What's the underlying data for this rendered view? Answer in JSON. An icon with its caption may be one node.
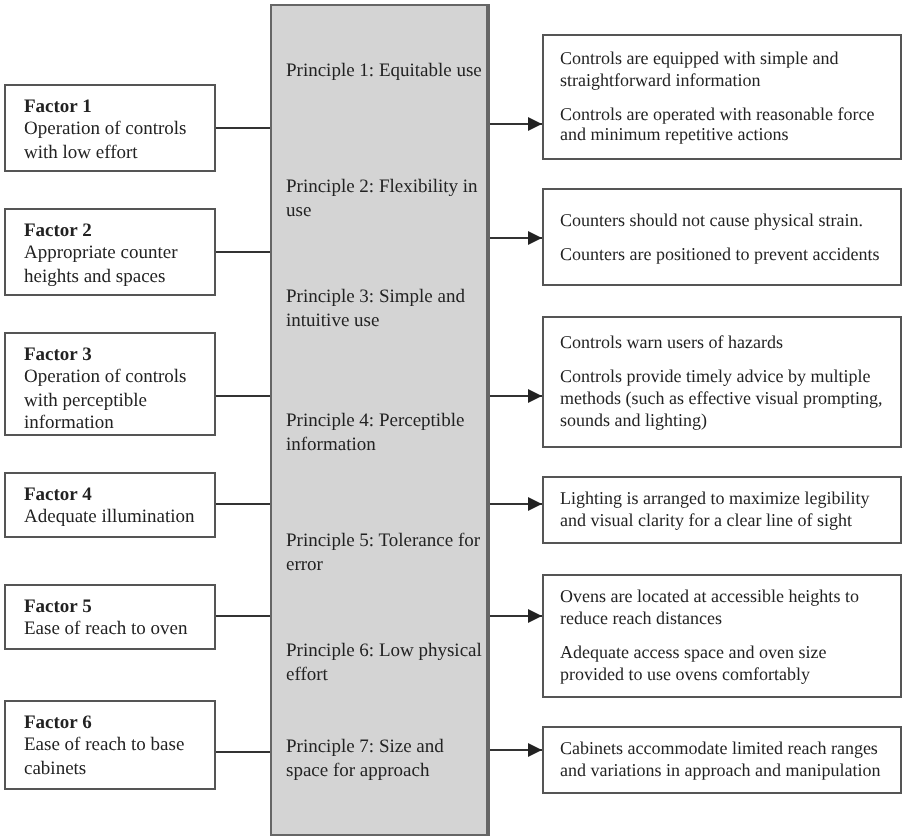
{
  "diagram": {
    "nodes": [
      {
        "text": [
          "Principle 1: Equitable use",
          "Principle 2: Flexibility in use",
          "Principle 3: Simple and intuitive use",
          "Principle 4: Perceptible information",
          "Principle 5: Tolerance for error",
          "Principle 6: Low physical effort",
          "Principle 7: Size and space for approach"
        ]
      },
      {
        "text": [
          "Factor 1",
          "Operation of controls with low effort"
        ]
      },
      {
        "text": [
          "Factor 2",
          "Appropriate counter heights and spaces"
        ]
      },
      {
        "text": [
          "Factor 3",
          "Operation of controls with perceptible information"
        ]
      },
      {
        "text": [
          "Factor 4",
          "Adequate illumination"
        ]
      },
      {
        "text": [
          "Factor 5",
          "Ease of reach to oven"
        ]
      },
      {
        "text": [
          "Factor 6",
          "Ease of reach to base cabinets"
        ]
      },
      {
        "text": [
          "Controls are equipped with simple and straightforward information",
          "Controls are operated with reasonable force and minimum repetitive actions"
        ]
      },
      {
        "text": [
          "Counters should not cause physical strain.",
          "Counters are positioned to prevent accidents"
        ]
      },
      {
        "text": [
          "Controls warn users of hazards",
          "Controls provide timely advice by multiple methods (such as effective visual prompting, sounds and lighting)"
        ]
      },
      {
        "text": [
          "Lighting is arranged to maximize legibility and visual clarity for a clear line of  sight"
        ]
      },
      {
        "text": [
          "Ovens are located at accessible heights to reduce reach distances",
          "Adequate access space and oven size provided to use ovens comfortably"
        ]
      },
      {
        "text": [
          "Cabinets accommodate limited reach ranges and variations in approach and manipulation"
        ]
      }
    ],
    "edges": [
      {
        "from": 1,
        "to": 0,
        "arrow": "none"
      },
      {
        "from": 2,
        "to": 0,
        "arrow": "none"
      },
      {
        "from": 3,
        "to": 0,
        "arrow": "none"
      },
      {
        "from": 4,
        "to": 0,
        "arrow": "none"
      },
      {
        "from": 5,
        "to": 0,
        "arrow": "none"
      },
      {
        "from": 6,
        "to": 0,
        "arrow": "none"
      },
      {
        "from": 0,
        "to": 7,
        "arrow": "to"
      },
      {
        "from": 0,
        "to": 8,
        "arrow": "to"
      },
      {
        "from": 0,
        "to": 9,
        "arrow": "to"
      },
      {
        "from": 0,
        "to": 10,
        "arrow": "to"
      },
      {
        "from": 0,
        "to": 11,
        "arrow": "to"
      },
      {
        "from": 0,
        "to": 12,
        "arrow": "to"
      }
    ]
  }
}
